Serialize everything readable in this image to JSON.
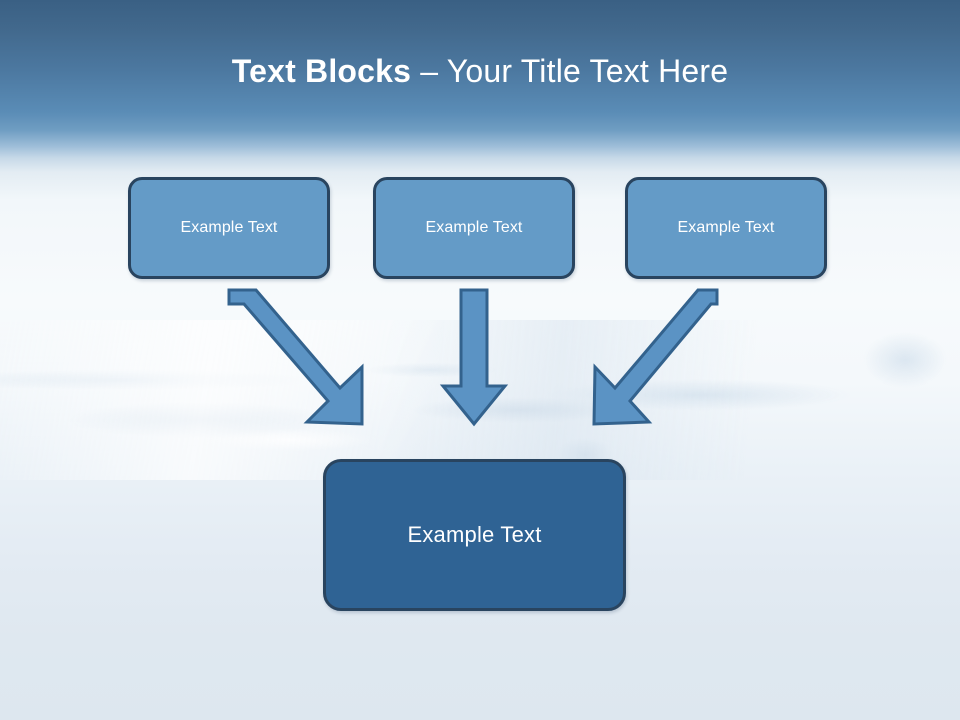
{
  "slide": {
    "title": {
      "strong": "Text Blocks",
      "rest": " – Your Title Text Here",
      "full": "Text Blocks – Your Title Text Here"
    },
    "background": {
      "header_top_color": "#3a6084",
      "header_mid_color": "#5a8cb6",
      "body_color": "#f4f8fb",
      "footer_color": "#dde7ef",
      "texture": "water-surface"
    },
    "colors": {
      "box_light_fill": "#649bc7",
      "box_dark_fill": "#2f6394",
      "box_border": "#29445f",
      "arrow_fill": "#5b93c4",
      "arrow_border": "#33628d",
      "title_text": "#ffffff",
      "box_text": "#ffffff"
    },
    "top_boxes": [
      {
        "label": "Example Text"
      },
      {
        "label": "Example Text"
      },
      {
        "label": "Example Text"
      }
    ],
    "bottom_box": {
      "label": "Example Text"
    },
    "arrows": [
      {
        "name": "arrow-left-diagonal",
        "direction": "down-right",
        "from_box": 1,
        "to_box": "bottom"
      },
      {
        "name": "arrow-middle-straight",
        "direction": "down",
        "from_box": 2,
        "to_box": "bottom"
      },
      {
        "name": "arrow-right-diagonal",
        "direction": "down-left",
        "from_box": 3,
        "to_box": "bottom"
      }
    ]
  }
}
